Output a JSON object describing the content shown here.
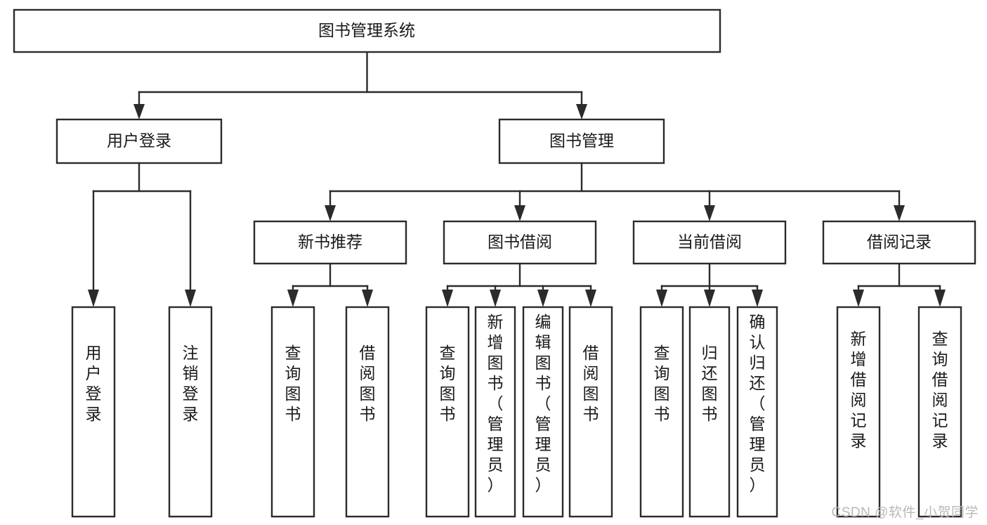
{
  "diagram": {
    "type": "tree-hierarchy",
    "title": "图书管理系统",
    "root": {
      "id": "root",
      "label": "图书管理系统",
      "orientation": "horizontal"
    },
    "level2": [
      {
        "id": "user-login",
        "label": "用户登录",
        "orientation": "horizontal"
      },
      {
        "id": "book-manage",
        "label": "图书管理",
        "orientation": "horizontal"
      }
    ],
    "level3": [
      {
        "id": "new-book-recommend",
        "label": "新书推荐",
        "orientation": "horizontal",
        "parent": "book-manage"
      },
      {
        "id": "book-borrow",
        "label": "图书借阅",
        "orientation": "horizontal",
        "parent": "book-manage"
      },
      {
        "id": "current-borrow",
        "label": "当前借阅",
        "orientation": "horizontal",
        "parent": "book-manage"
      },
      {
        "id": "borrow-record",
        "label": "借阅记录",
        "orientation": "horizontal",
        "parent": "book-manage"
      }
    ],
    "leaves": [
      {
        "id": "leaf-user-login",
        "label": "用户登录",
        "orientation": "vertical",
        "parent": "user-login"
      },
      {
        "id": "leaf-user-logout",
        "label": "注销登录",
        "orientation": "vertical",
        "parent": "user-login"
      },
      {
        "id": "leaf-query-book-1",
        "label": "查询图书",
        "orientation": "vertical",
        "parent": "new-book-recommend"
      },
      {
        "id": "leaf-borrow-book-1",
        "label": "借阅图书",
        "orientation": "vertical",
        "parent": "new-book-recommend"
      },
      {
        "id": "leaf-query-book-2",
        "label": "查询图书",
        "orientation": "vertical",
        "parent": "book-borrow"
      },
      {
        "id": "leaf-add-book",
        "label": "新增图书（管理员）",
        "orientation": "vertical",
        "parent": "book-borrow"
      },
      {
        "id": "leaf-edit-book",
        "label": "编辑图书（管理员）",
        "orientation": "vertical",
        "parent": "book-borrow"
      },
      {
        "id": "leaf-borrow-book-2",
        "label": "借阅图书",
        "orientation": "vertical",
        "parent": "book-borrow"
      },
      {
        "id": "leaf-query-book-3",
        "label": "查询图书",
        "orientation": "vertical",
        "parent": "current-borrow"
      },
      {
        "id": "leaf-return-book",
        "label": "归还图书",
        "orientation": "vertical",
        "parent": "current-borrow"
      },
      {
        "id": "leaf-confirm-return",
        "label": "确认归还（管理员）",
        "orientation": "vertical",
        "parent": "current-borrow"
      },
      {
        "id": "leaf-add-record",
        "label": "新增借阅记录",
        "orientation": "vertical",
        "parent": "borrow-record"
      },
      {
        "id": "leaf-query-record",
        "label": "查询借阅记录",
        "orientation": "vertical",
        "parent": "borrow-record"
      }
    ],
    "colors": {
      "stroke": "#2b2b2b",
      "fill": "#ffffff",
      "text": "#1a1a1a",
      "background": "#ffffff",
      "watermark": "#b9b9b9"
    }
  },
  "watermark": {
    "text": "CSDN @软件_小贺同学"
  }
}
